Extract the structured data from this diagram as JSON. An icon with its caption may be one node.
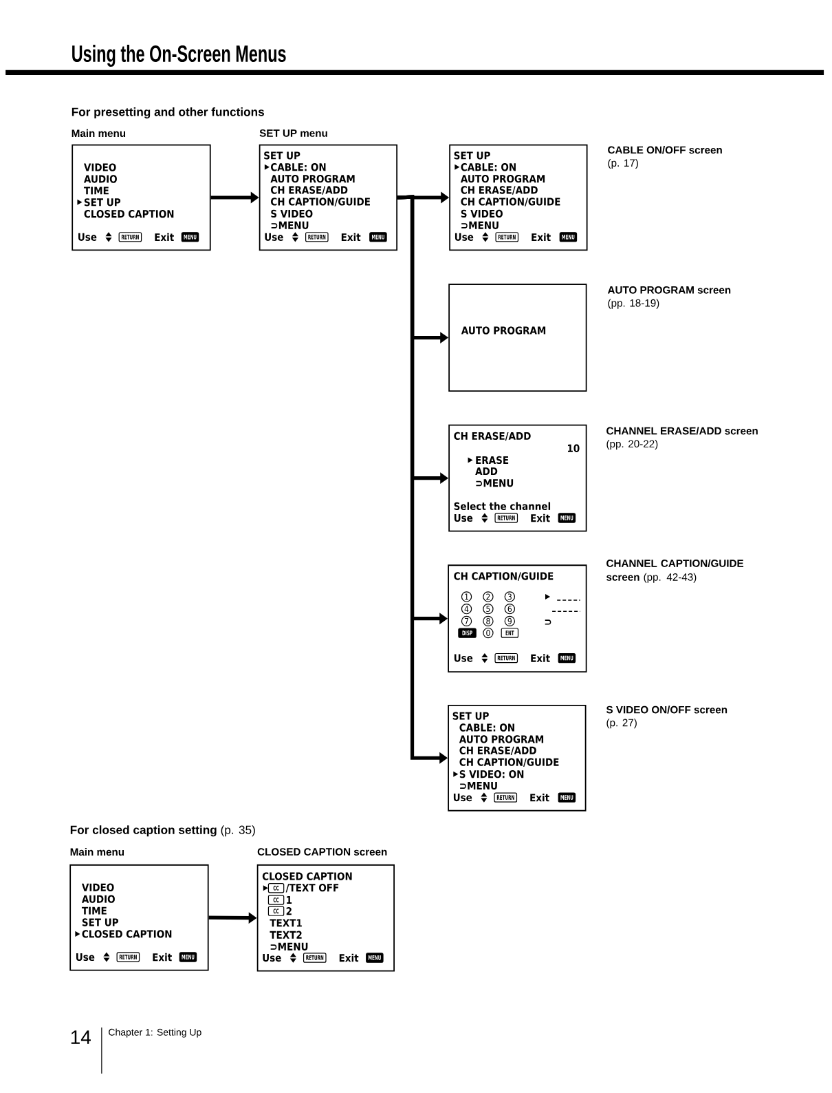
{
  "diagram": {
    "title": "Using the On-Screen Menus",
    "nodes": [
      {
        "text": [
          "VIDEO",
          "AUDIO",
          "TIME",
          "SET UP",
          "CLOSED CAPTION",
          "Use",
          "Exit"
        ],
        "beside": [
          "Main menu"
        ]
      },
      {
        "text": [
          "RETURN"
        ],
        "in": 0
      },
      {
        "text": [
          "MENU"
        ],
        "in": 0
      },
      {
        "text": [
          "SET UP",
          "CABLE: ON",
          "AUTO PROGRAM",
          "CH ERASE/ADD",
          "CH CAPTION/GUIDE",
          "S VIDEO",
          "⊃MENU",
          "Use",
          "Exit"
        ],
        "beside": [
          "SET UP menu"
        ]
      },
      {
        "text": [
          "RETURN"
        ],
        "in": 3
      },
      {
        "text": [
          "MENU"
        ],
        "in": 3
      },
      {
        "text": [
          "SET UP",
          "CABLE: ON",
          "AUTO PROGRAM",
          "CH ERASE/ADD",
          "CH CAPTION/GUIDE",
          "S VIDEO",
          "⊃MENU",
          "Use",
          "Exit"
        ],
        "beside": [
          "CABLE ON/OFF screen",
          "(p. 17)"
        ]
      },
      {
        "text": [
          "RETURN"
        ],
        "in": 6
      },
      {
        "text": [
          "MENU"
        ],
        "in": 6
      },
      {
        "text": [
          "AUTO PROGRAM"
        ],
        "beside": [
          "AUTO PROGRAM screen",
          "(pp. 18-19)"
        ]
      },
      {
        "text": [
          "CH ERASE/ADD",
          "10",
          "ERASE",
          "ADD",
          "⊃MENU",
          "Select the channel",
          "Use",
          "Exit"
        ],
        "beside": [
          "CHANNEL ERASE/ADD screen",
          "(pp. 20-22)"
        ]
      },
      {
        "text": [
          "RETURN"
        ],
        "in": 10
      },
      {
        "text": [
          "MENU"
        ],
        "in": 10
      },
      {
        "text": [
          "CH CAPTION/GUIDE",
          "1",
          "2",
          "3",
          "4",
          "5",
          "6",
          "7",
          "8",
          "9",
          "0",
          "⊃",
          "Use",
          "Exit"
        ],
        "beside": [
          "**CHANNEL CAPTION/GUIDE screen** (pp. 42-43)"
        ]
      },
      {
        "text": [
          "DISP"
        ],
        "in": 13
      },
      {
        "text": [
          "ENT"
        ],
        "in": 13
      },
      {
        "text": [
          "RETURN"
        ],
        "in": 13
      },
      {
        "text": [
          "MENU"
        ],
        "in": 13
      },
      {
        "text": [
          "SET UP",
          "CABLE: ON",
          "AUTO PROGRAM",
          "CH ERASE/ADD",
          "CH CAPTION/GUIDE",
          "S VIDEO: ON",
          "⊃MENU",
          "Use",
          "Exit"
        ],
        "beside": [
          "S VIDEO ON/OFF screen",
          "(p. 27)"
        ]
      },
      {
        "text": [
          "RETURN"
        ],
        "in": 18
      },
      {
        "text": [
          "MENU"
        ],
        "in": 18
      },
      {
        "text": [
          "VIDEO",
          "AUDIO",
          "TIME",
          "SET UP",
          "CLOSED CAPTION",
          "Use",
          "Exit"
        ],
        "beside": [
          "Main menu"
        ]
      },
      {
        "text": [
          "RETURN"
        ],
        "in": 21
      },
      {
        "text": [
          "MENU"
        ],
        "in": 21
      },
      {
        "text": [
          "CLOSED CAPTION",
          "/TEXT OFF",
          "1",
          "2",
          "TEXT1",
          "TEXT2",
          "⊃MENU",
          "Use",
          "Exit"
        ],
        "beside": [
          "CLOSED CAPTION screen"
        ]
      },
      {
        "text": [
          "CC"
        ],
        "in": 24
      },
      {
        "text": [
          "CC"
        ],
        "in": 24
      },
      {
        "text": [
          "CC"
        ],
        "in": 24
      },
      {
        "text": [
          "RETURN"
        ],
        "in": 24
      },
      {
        "text": [
          "MENU"
        ],
        "in": 24
      }
    ],
    "edges": [
      {
        "from": 0,
        "to": 3,
        "arrow": "to"
      },
      {
        "from": 3,
        "to": 6,
        "arrow": "to"
      },
      {
        "from": 3,
        "to": 9,
        "arrow": "to"
      },
      {
        "from": 3,
        "to": 10,
        "arrow": "to"
      },
      {
        "from": 3,
        "to": 13,
        "arrow": "to"
      },
      {
        "from": 3,
        "to": 18,
        "arrow": "to"
      },
      {
        "from": 21,
        "to": 24,
        "arrow": "to"
      }
    ],
    "labels": [
      "For presetting and other functions",
      "**For closed caption setting** (p. 35)",
      "14",
      "Chapter 1: Setting Up"
    ]
  }
}
